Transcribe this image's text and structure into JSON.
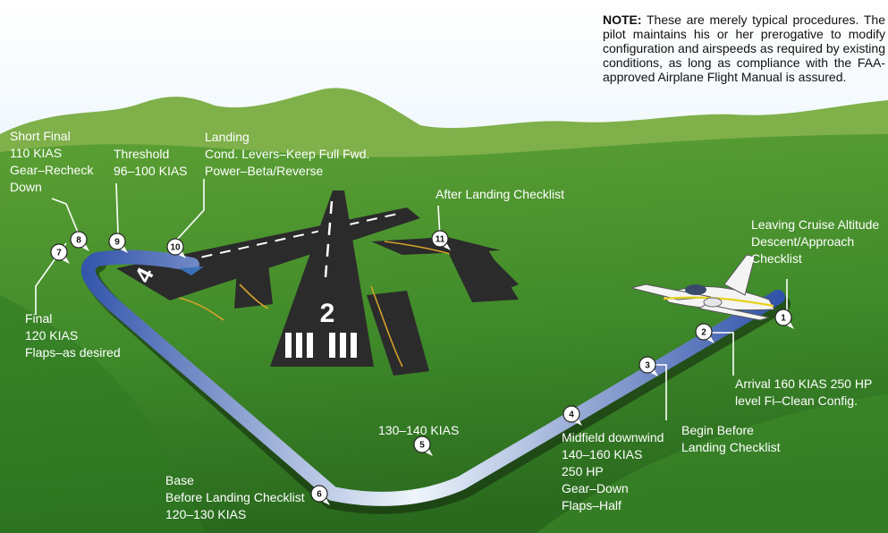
{
  "note": {
    "keyword": "NOTE:",
    "text": "These are merely typical procedures. The pilot maintains his or her prerogative to modify configuration and airspeeds as required by existing conditions, as long as compliance with the FAA-approved Airplane Flight Manual is assured."
  },
  "runways": {
    "main_number": "2",
    "cross_number": "4"
  },
  "colors": {
    "sky_top": "#c6e3f7",
    "mountain": "#7fb04a",
    "grass_light": "#5ca034",
    "grass_dark": "#2a6a1e",
    "path_start": "#2c4fa8",
    "path_mid": "#eef5fb",
    "asphalt": "#2b2b2b"
  },
  "waypoints": [
    {
      "num": "1",
      "lines": [
        "Leaving Cruise Altitude",
        "Descent/Approach",
        "Checklist"
      ]
    },
    {
      "num": "2",
      "lines": [
        "Arrival 160 KIAS 250 HP",
        "level Fi–Clean Config."
      ]
    },
    {
      "num": "3",
      "lines": [
        "Begin Before",
        "Landing Checklist"
      ]
    },
    {
      "num": "4",
      "lines": [
        "Midfield downwind",
        "140–160 KIAS",
        "250 HP",
        "Gear–Down",
        "Flaps–Half"
      ]
    },
    {
      "num": "5",
      "lines": [
        "130–140 KIAS"
      ]
    },
    {
      "num": "6",
      "lines": [
        "Base",
        "Before Landing Checklist",
        "120–130 KIAS"
      ]
    },
    {
      "num": "7",
      "lines": [
        "Final",
        "120 KIAS",
        "Flaps–as desired"
      ]
    },
    {
      "num": "8",
      "lines": [
        "Short Final",
        "110 KIAS",
        "Gear–Recheck",
        "Down"
      ]
    },
    {
      "num": "9",
      "lines": [
        "Threshold",
        "96–100 KIAS"
      ]
    },
    {
      "num": "10",
      "lines": [
        "Landing",
        "Cond. Levers–Keep Full Fwd.",
        "Power–Beta/Reverse"
      ]
    },
    {
      "num": "11",
      "lines": [
        "After Landing Checklist"
      ]
    }
  ]
}
